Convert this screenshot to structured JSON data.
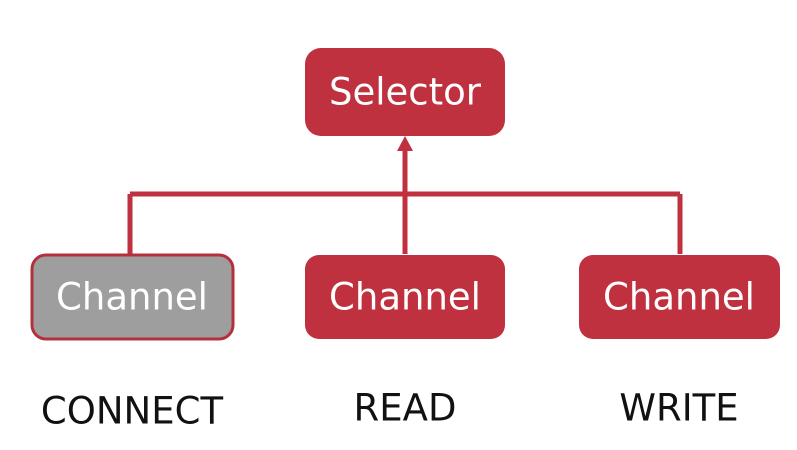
{
  "diagram": {
    "colors": {
      "accent": "#c0313f",
      "accent_border": "#a82834",
      "inactive": "#9e9e9e",
      "inactive_border": "#b3313d",
      "text_on_box": "#ffffff",
      "caption_text": "#111111",
      "connector": "#c0313f"
    },
    "selector": {
      "label": "Selector"
    },
    "channels": [
      {
        "label": "Channel",
        "operation": "CONNECT",
        "state": "inactive"
      },
      {
        "label": "Channel",
        "operation": "READ",
        "state": "active"
      },
      {
        "label": "Channel",
        "operation": "WRITE",
        "state": "active"
      }
    ]
  }
}
